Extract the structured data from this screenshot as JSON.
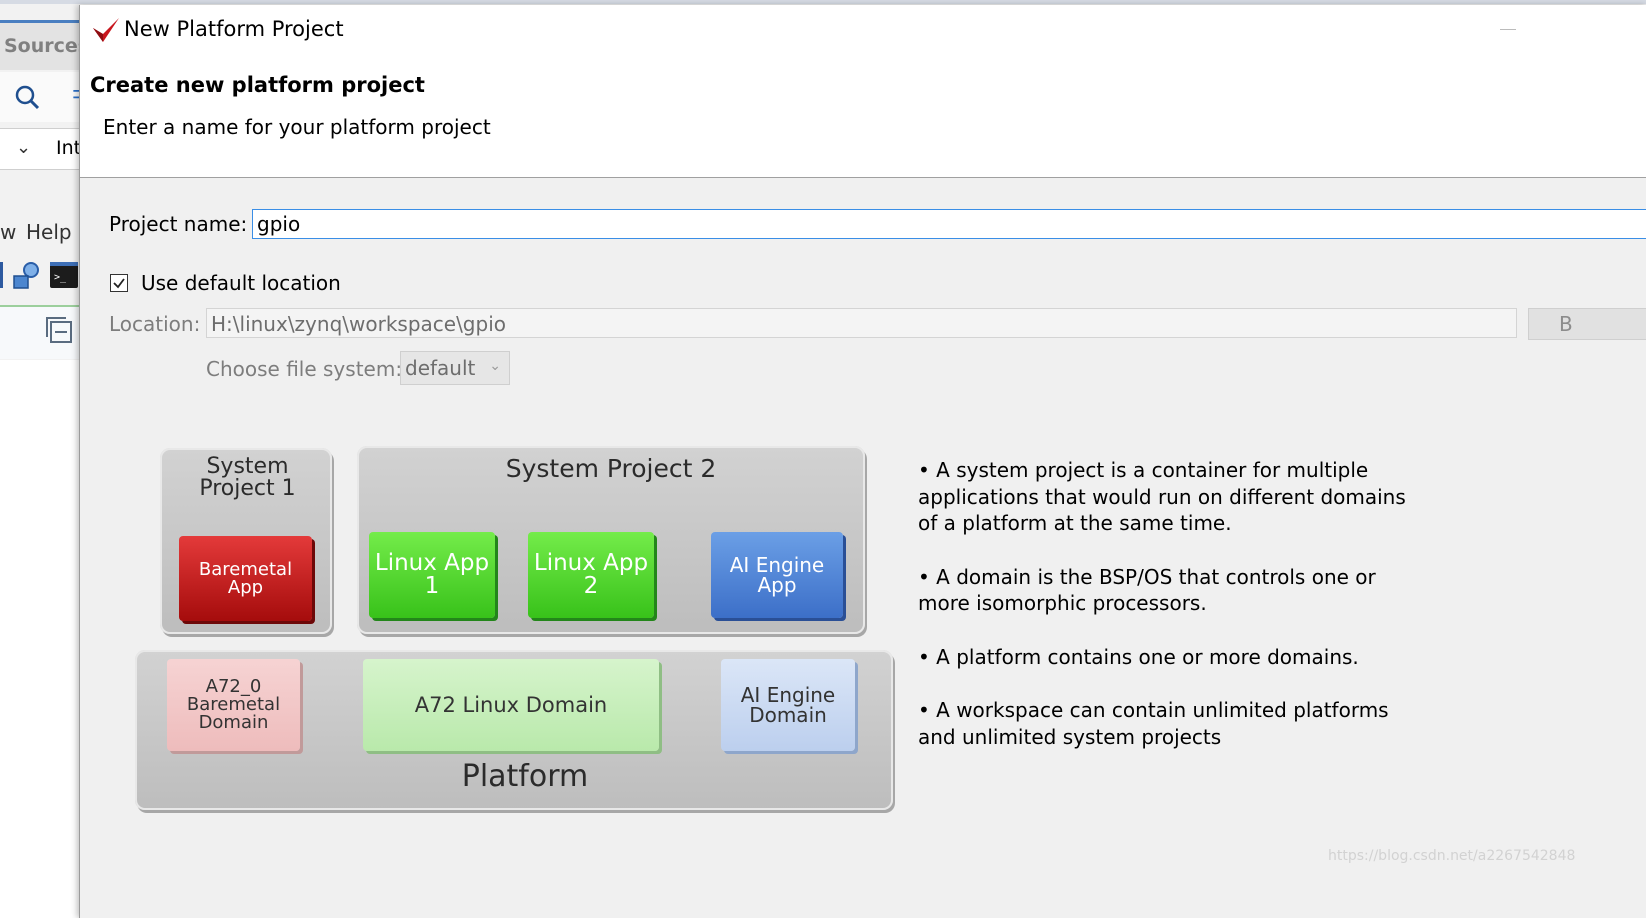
{
  "background": {
    "sources_tab": "Sources",
    "combo_text": "Inte",
    "menu": [
      "w",
      "Help"
    ]
  },
  "dialog": {
    "title": "New Platform Project",
    "heading": "Create new platform project",
    "description": "Enter a name for your platform project",
    "project_name_label": "Project name:",
    "project_name_value": "gpio",
    "use_default_location_label": "Use default location",
    "use_default_location_checked": true,
    "location_label": "Location:",
    "location_value": "H:\\linux\\zynq\\workspace\\gpio",
    "browse_button": "B",
    "file_system_label": "Choose file system:",
    "file_system_value": "default"
  },
  "diagram": {
    "system_project_1": "System Project 1",
    "system_project_2": "System Project 2",
    "baremetal_app": "Baremetal App",
    "linux_app_1": "Linux App 1",
    "linux_app_2": "Linux App 2",
    "ai_engine_app": "AI Engine App",
    "baremetal_domain": "A72_0 Baremetal Domain",
    "linux_domain": "A72 Linux Domain",
    "ai_engine_domain": "AI Engine Domain",
    "platform": "Platform"
  },
  "bullets": [
    "• A system project is a container for multiple applications that would run on different domains of a platform at the same time.",
    "• A domain is the BSP/OS that controls one or more isomorphic processors.",
    "• A platform contains one or more domains.",
    "• A workspace can contain unlimited platforms and unlimited system projects"
  ],
  "watermark": "https://blog.csdn.net/a2267542848"
}
